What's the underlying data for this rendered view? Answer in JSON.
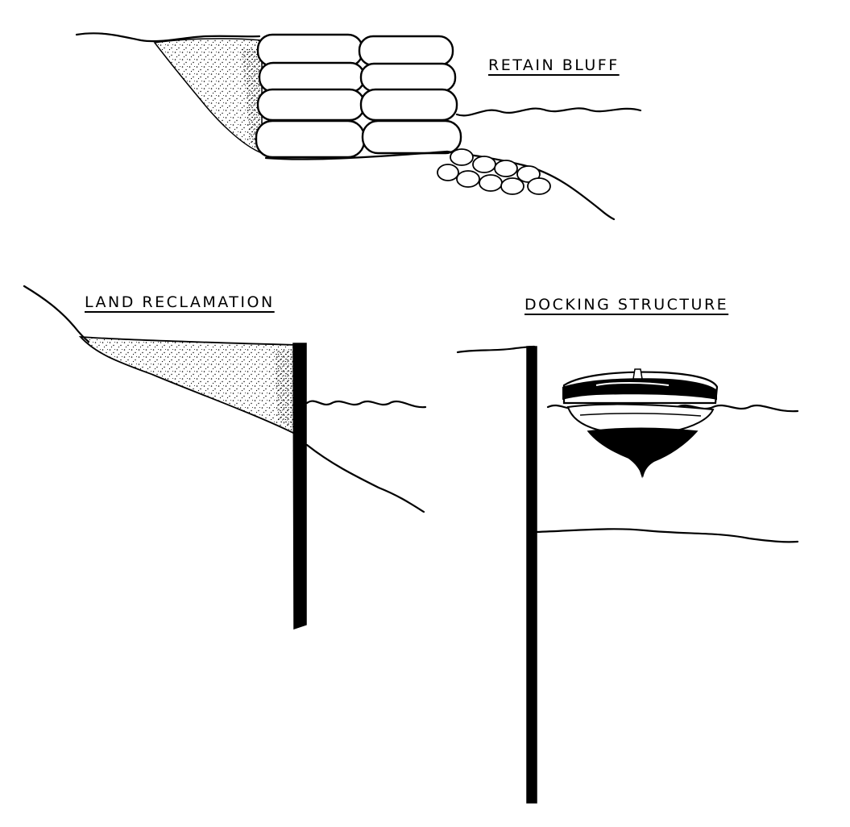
{
  "labels": {
    "retain_bluff": "RETAIN BLUFF",
    "land_reclamation": "LAND RECLAMATION",
    "docking_structure": "DOCKING STRUCTURE"
  },
  "colors": {
    "ink": "#000000",
    "paper": "#ffffff"
  }
}
